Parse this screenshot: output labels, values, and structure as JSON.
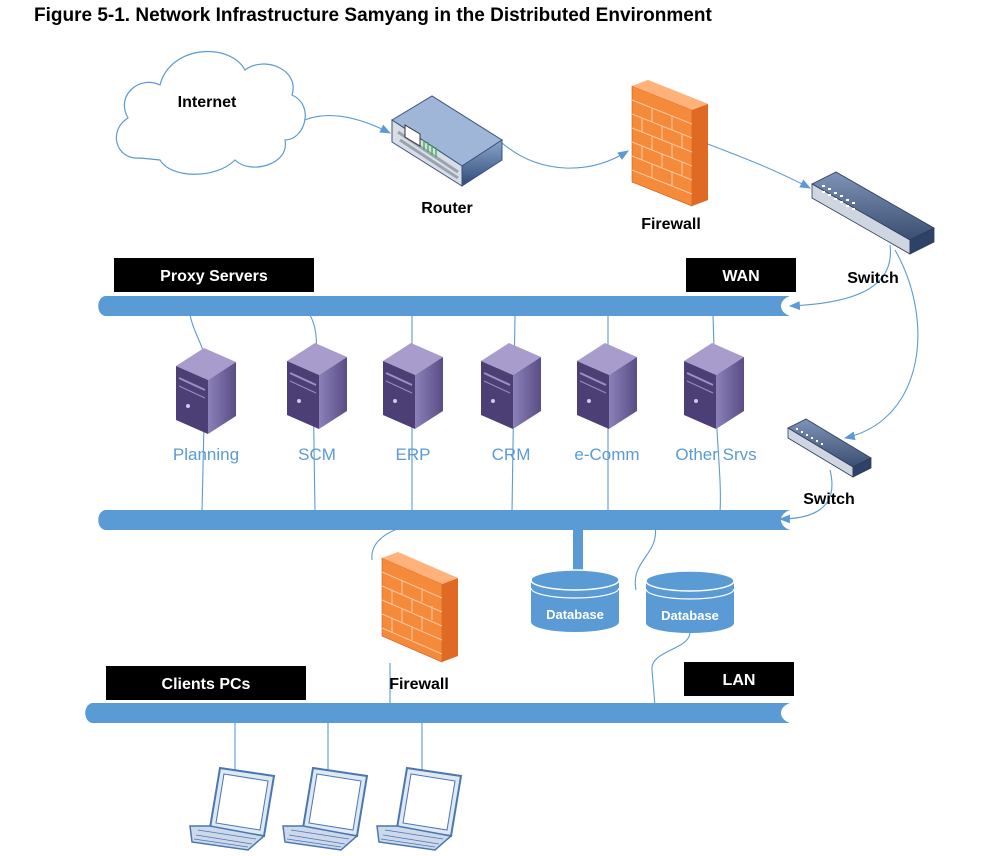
{
  "title": "Figure 5-1. Network Infrastructure Samyang in the Distributed Environment",
  "nodes": {
    "internet": "Internet",
    "router": "Router",
    "firewall_top": "Firewall",
    "switch_top": "Switch",
    "switch_mid": "Switch",
    "firewall_bottom": "Firewall"
  },
  "banners": {
    "proxy_servers": "Proxy Servers",
    "wan": "WAN",
    "clients_pcs": "Clients PCs",
    "lan": "LAN"
  },
  "servers": [
    "Planning",
    "SCM",
    "ERP",
    "CRM",
    "e-Comm",
    "Other Srvs"
  ],
  "databases": [
    "Database",
    "Database"
  ],
  "colors": {
    "bus": "#5b9bd5",
    "server_label": "#5b9bd5",
    "banner_bg": "#000000",
    "firewall": "#f37b2b",
    "server_body": "#6a5d98"
  }
}
